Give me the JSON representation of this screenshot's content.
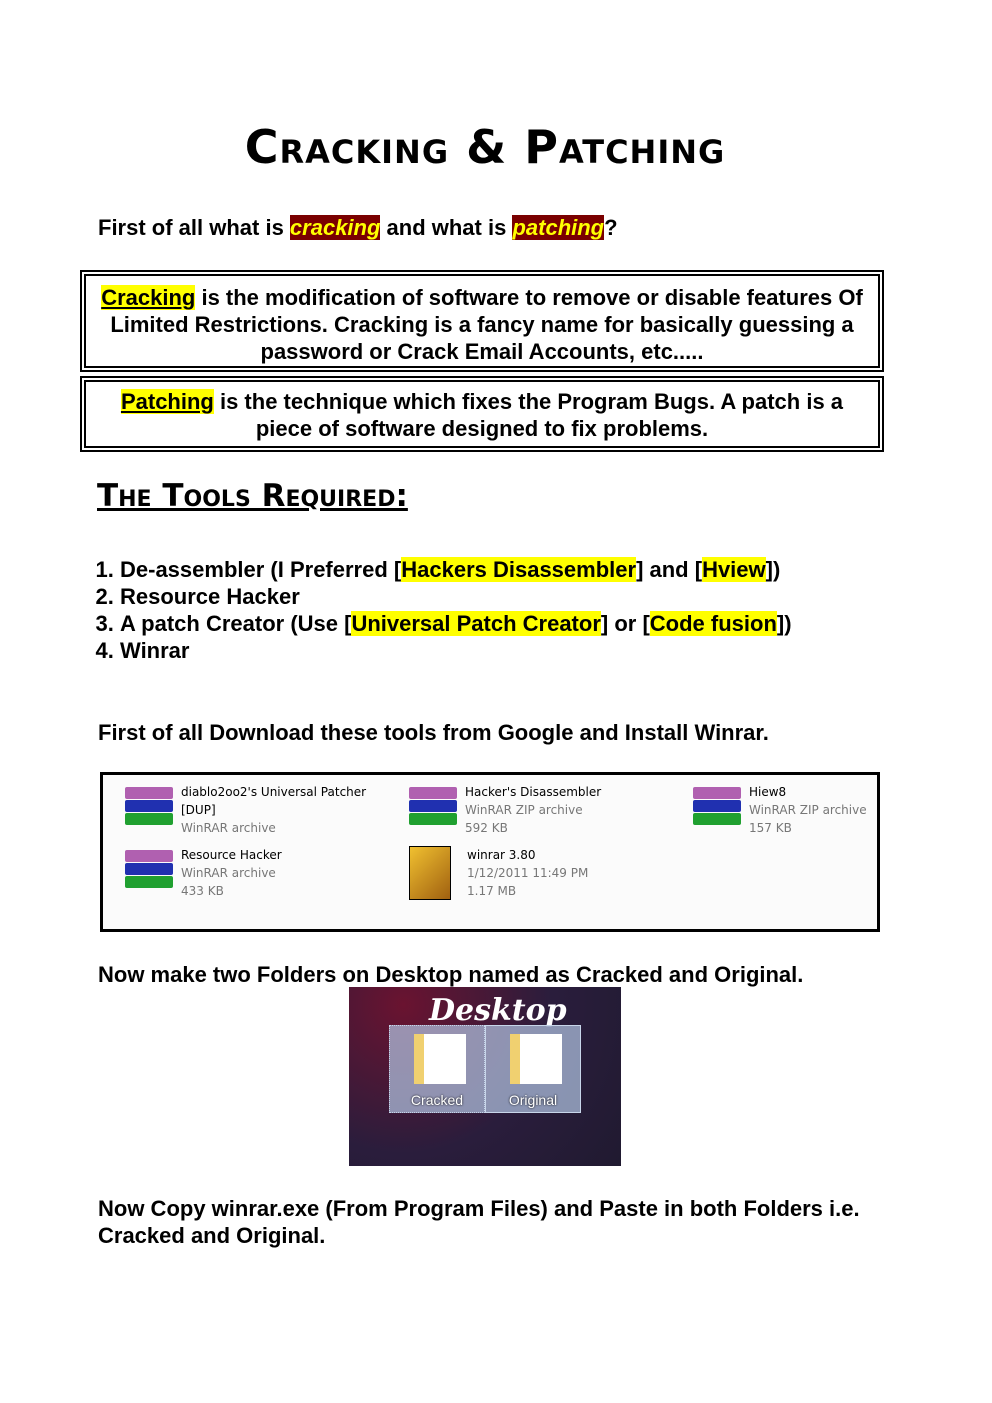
{
  "title": "Cracking & Patching",
  "question": {
    "pre": "First of all what is ",
    "w1": "cracking",
    "mid": " and what is ",
    "w2": "patching",
    "post": "?"
  },
  "box1": {
    "term": "Cracking",
    "text": " is the modification of software to remove or disable features Of Limited Restrictions. Cracking is a fancy name for basically guessing a password or Crack Email Accounts, etc....."
  },
  "box2": {
    "term": "Patching",
    "text": " is the technique which fixes the Program Bugs. A patch is a piece of software designed to fix problems."
  },
  "tools_heading": "The Tools Required:",
  "tools": [
    {
      "pre": "De-assembler (I Preferred [",
      "h1": "Hackers Disassembler",
      "mid": "] and [",
      "h2": "Hview",
      "post": "])"
    },
    {
      "pre": "Resource Hacker"
    },
    {
      "pre": "A patch Creator (Use [",
      "h1": "Universal Patch Creator",
      "mid": "] or [",
      "h2": "Code fusion",
      "post": "])"
    },
    {
      "pre": "Winrar"
    }
  ],
  "download_text": "First of all Download these tools from Google and Install Winrar.",
  "files": [
    {
      "name": "diablo2oo2's Universal Patcher [DUP]",
      "type": "WinRAR archive",
      "size": ""
    },
    {
      "name": "Hacker's Disassembler",
      "type": "WinRAR ZIP archive",
      "size": "592 KB"
    },
    {
      "name": "Hiew8",
      "type": "WinRAR ZIP archive",
      "size": "157 KB"
    },
    {
      "name": "Resource Hacker",
      "type": "WinRAR archive",
      "size": "433 KB"
    },
    {
      "name": "winrar 3.80",
      "type": "1/12/2011 11:49 PM",
      "size": "1.17 MB"
    }
  ],
  "folders_text": "Now make two Folders on Desktop named as Cracked and Original.",
  "desktop": {
    "label": "Desktop",
    "folders": [
      "Cracked",
      "Original"
    ]
  },
  "copy_text": "Now Copy winrar.exe (From Program Files) and Paste in both Folders i.e. Cracked and Original."
}
